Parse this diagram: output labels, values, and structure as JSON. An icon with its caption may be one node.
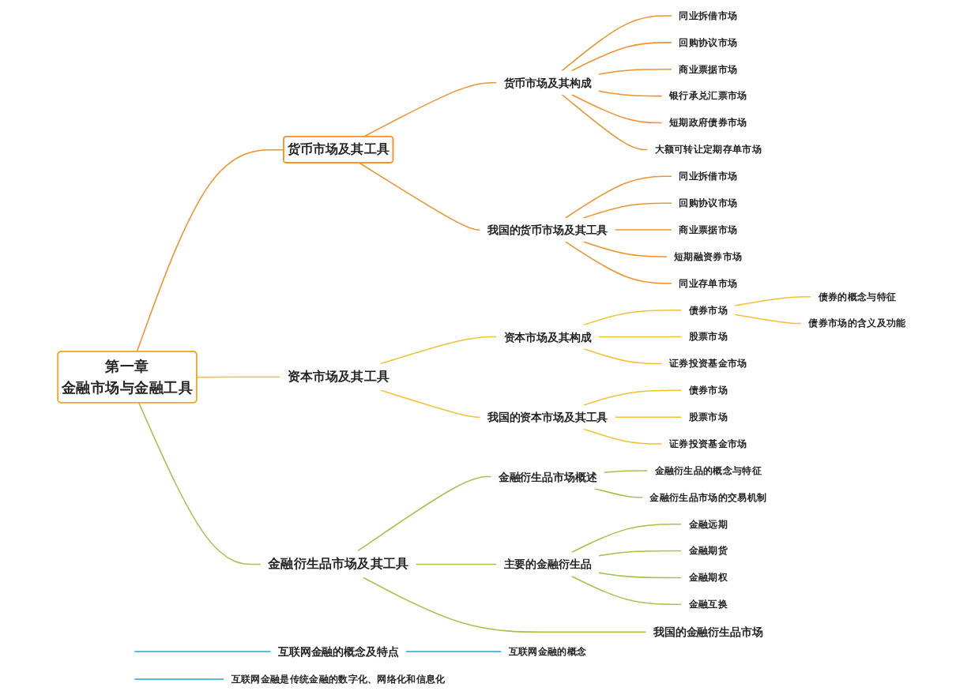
{
  "diagram": {
    "nodes": [
      {
        "text": [
          "第一章",
          "金融市场与金融工具"
        ]
      },
      {
        "text": [
          "货币市场及其工具"
        ]
      },
      {
        "text": [
          "货币市场及其构成"
        ]
      },
      {
        "text": [
          "同业拆借市场"
        ]
      },
      {
        "text": [
          "回购协议市场"
        ]
      },
      {
        "text": [
          "商业票据市场"
        ]
      },
      {
        "text": [
          "银行承兑汇票市场"
        ]
      },
      {
        "text": [
          "短期政府债券市场"
        ]
      },
      {
        "text": [
          "大额可转让定期存单市场"
        ]
      },
      {
        "text": [
          "我国的货币市场及其工具"
        ]
      },
      {
        "text": [
          "同业拆借市场"
        ]
      },
      {
        "text": [
          "回购协议市场"
        ]
      },
      {
        "text": [
          "商业票据市场"
        ]
      },
      {
        "text": [
          "短期融资券市场"
        ]
      },
      {
        "text": [
          "同业存单市场"
        ]
      },
      {
        "text": [
          "资本市场及其工具"
        ]
      },
      {
        "text": [
          "资本市场及其构成"
        ]
      },
      {
        "text": [
          "债券市场"
        ]
      },
      {
        "text": [
          "债券的概念与特征"
        ]
      },
      {
        "text": [
          "债券市场的含义及功能"
        ]
      },
      {
        "text": [
          "股票市场"
        ]
      },
      {
        "text": [
          "证券投资基金市场"
        ]
      },
      {
        "text": [
          "我国的资本市场及其工具"
        ]
      },
      {
        "text": [
          "债券市场"
        ]
      },
      {
        "text": [
          "股票市场"
        ]
      },
      {
        "text": [
          "证券投资基金市场"
        ]
      },
      {
        "text": [
          "金融衍生品市场及其工具"
        ]
      },
      {
        "text": [
          "金融衍生品市场概述"
        ]
      },
      {
        "text": [
          "金融衍生品的概念与特征"
        ]
      },
      {
        "text": [
          "金融衍生品市场的交易机制"
        ]
      },
      {
        "text": [
          "主要的金融衍生品"
        ]
      },
      {
        "text": [
          "金融远期"
        ]
      },
      {
        "text": [
          "金融期货"
        ]
      },
      {
        "text": [
          "金融期权"
        ]
      },
      {
        "text": [
          "金融互换"
        ]
      },
      {
        "text": [
          "我国的金融衍生品市场"
        ]
      },
      {
        "text": [
          "互联网金融的概念及特点"
        ]
      },
      {
        "text": [
          "互联网金融的概念"
        ]
      },
      {
        "text": [
          "互联网金融是传统金融的数字化、网络化和信息化"
        ]
      }
    ],
    "edges": [
      {
        "from": 0,
        "to": 1,
        "arrow": "none",
        "color": "#f0932b"
      },
      {
        "from": 1,
        "to": 2,
        "arrow": "none",
        "color": "#f0932b"
      },
      {
        "from": 2,
        "to": 3,
        "arrow": "none",
        "color": "#f0932b"
      },
      {
        "from": 2,
        "to": 4,
        "arrow": "none",
        "color": "#f0932b"
      },
      {
        "from": 2,
        "to": 5,
        "arrow": "none",
        "color": "#f0932b"
      },
      {
        "from": 2,
        "to": 6,
        "arrow": "none",
        "color": "#f0932b"
      },
      {
        "from": 2,
        "to": 7,
        "arrow": "none",
        "color": "#f0932b"
      },
      {
        "from": 2,
        "to": 8,
        "arrow": "none",
        "color": "#f0932b"
      },
      {
        "from": 1,
        "to": 9,
        "arrow": "none",
        "color": "#f0932b"
      },
      {
        "from": 9,
        "to": 10,
        "arrow": "none",
        "color": "#f0932b"
      },
      {
        "from": 9,
        "to": 11,
        "arrow": "none",
        "color": "#f0932b"
      },
      {
        "from": 9,
        "to": 12,
        "arrow": "none",
        "color": "#f0932b"
      },
      {
        "from": 9,
        "to": 13,
        "arrow": "none",
        "color": "#f0932b"
      },
      {
        "from": 9,
        "to": 14,
        "arrow": "none",
        "color": "#f0932b"
      },
      {
        "from": 0,
        "to": 15,
        "arrow": "none",
        "color": "#f2c232"
      },
      {
        "from": 15,
        "to": 16,
        "arrow": "none",
        "color": "#f2c232"
      },
      {
        "from": 16,
        "to": 17,
        "arrow": "none",
        "color": "#f2c232"
      },
      {
        "from": 17,
        "to": 18,
        "arrow": "none",
        "color": "#f2c232"
      },
      {
        "from": 17,
        "to": 19,
        "arrow": "none",
        "color": "#f2c232"
      },
      {
        "from": 16,
        "to": 20,
        "arrow": "none",
        "color": "#f2c232"
      },
      {
        "from": 16,
        "to": 21,
        "arrow": "none",
        "color": "#f2c232"
      },
      {
        "from": 15,
        "to": 22,
        "arrow": "none",
        "color": "#f2c232"
      },
      {
        "from": 22,
        "to": 23,
        "arrow": "none",
        "color": "#f2c232"
      },
      {
        "from": 22,
        "to": 24,
        "arrow": "none",
        "color": "#f2c232"
      },
      {
        "from": 22,
        "to": 25,
        "arrow": "none",
        "color": "#f2c232"
      },
      {
        "from": 0,
        "to": 26,
        "arrow": "none",
        "color": "#a3c34a"
      },
      {
        "from": 26,
        "to": 27,
        "arrow": "none",
        "color": "#a3c34a"
      },
      {
        "from": 27,
        "to": 28,
        "arrow": "none",
        "color": "#a3c34a"
      },
      {
        "from": 27,
        "to": 29,
        "arrow": "none",
        "color": "#a3c34a"
      },
      {
        "from": 26,
        "to": 30,
        "arrow": "none",
        "color": "#a3c34a"
      },
      {
        "from": 30,
        "to": 31,
        "arrow": "none",
        "color": "#a3c34a"
      },
      {
        "from": 30,
        "to": 32,
        "arrow": "none",
        "color": "#a3c34a"
      },
      {
        "from": 30,
        "to": 33,
        "arrow": "none",
        "color": "#a3c34a"
      },
      {
        "from": 30,
        "to": 34,
        "arrow": "none",
        "color": "#a3c34a"
      },
      {
        "from": 26,
        "to": 35,
        "arrow": "none",
        "color": "#a3c34a"
      },
      {
        "from": null,
        "to": 36,
        "arrow": "none",
        "color": "#22a6cf"
      },
      {
        "from": 36,
        "to": 37,
        "arrow": "none",
        "color": "#22a6cf"
      },
      {
        "from": null,
        "to": 38,
        "arrow": "none",
        "color": "#22a6cf"
      }
    ]
  }
}
